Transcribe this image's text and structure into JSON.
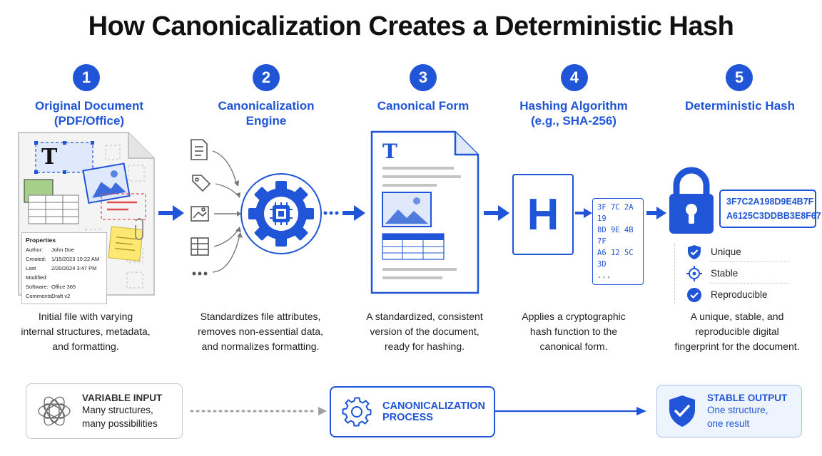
{
  "title": "How Canonicalization Creates a Deterministic Hash",
  "steps": [
    {
      "num": "1",
      "title_line1": "Original Document",
      "title_line2": "(PDF/Office)",
      "desc_line1": "Initial file with varying",
      "desc_line2": "internal structures, metadata,",
      "desc_line3": "and formatting."
    },
    {
      "num": "2",
      "title_line1": "Canonicalization",
      "title_line2": "Engine",
      "desc_line1": "Standardizes file attributes,",
      "desc_line2": "removes non-essential data,",
      "desc_line3": "and normalizes formatting."
    },
    {
      "num": "3",
      "title_line1": "Canonical Form",
      "title_line2": "",
      "desc_line1": "A standardized, consistent",
      "desc_line2": "version of the document,",
      "desc_line3": "ready for hashing."
    },
    {
      "num": "4",
      "title_line1": "Hashing Algorithm",
      "title_line2": "(e.g., SHA-256)",
      "desc_line1": "Applies a cryptographic",
      "desc_line2": "hash function to the",
      "desc_line3": "canonical form."
    },
    {
      "num": "5",
      "title_line1": "Deterministic Hash",
      "title_line2": "",
      "desc_line1": "A unique, stable, and",
      "desc_line2": "reproducible digital",
      "desc_line3": "fingerprint for the document."
    }
  ],
  "doc_glyph": "T",
  "properties": {
    "header": "Properties",
    "rows": [
      {
        "k": "Author:",
        "v": "John Doe"
      },
      {
        "k": "Created:",
        "v": "1/15/2023 10:22 AM"
      },
      {
        "k": "Last Modified:",
        "v": "2/20/2024 3:47 PM"
      },
      {
        "k": "Software:",
        "v": "Office 365"
      },
      {
        "k": "Comments:",
        "v": "Draft v2"
      }
    ]
  },
  "hash_letter": "H",
  "hex_lines": [
    "3F 7C 2A 19",
    "8D 9E 4B 7F",
    "A6 12 5C 3D",
    "..."
  ],
  "hash_lines": [
    "3F7C2A198D9E4B7F",
    "A6125C3DDBB3E8F67"
  ],
  "properties_list": [
    "Unique",
    "Stable",
    "Reproducible"
  ],
  "bottom": {
    "input": {
      "heading": "VARIABLE INPUT",
      "line1": "Many structures,",
      "line2": "many possibilities"
    },
    "process": {
      "line1": "CANONICALIZATION",
      "line2": "PROCESS"
    },
    "output": {
      "heading": "STABLE OUTPUT",
      "line1": "One structure,",
      "line2": "one result"
    }
  },
  "colors": {
    "accent": "#1f55d6",
    "light": "#dfe9fb",
    "note": "#fde873",
    "green": "#a6cf8a",
    "red": "#e04b4b"
  }
}
